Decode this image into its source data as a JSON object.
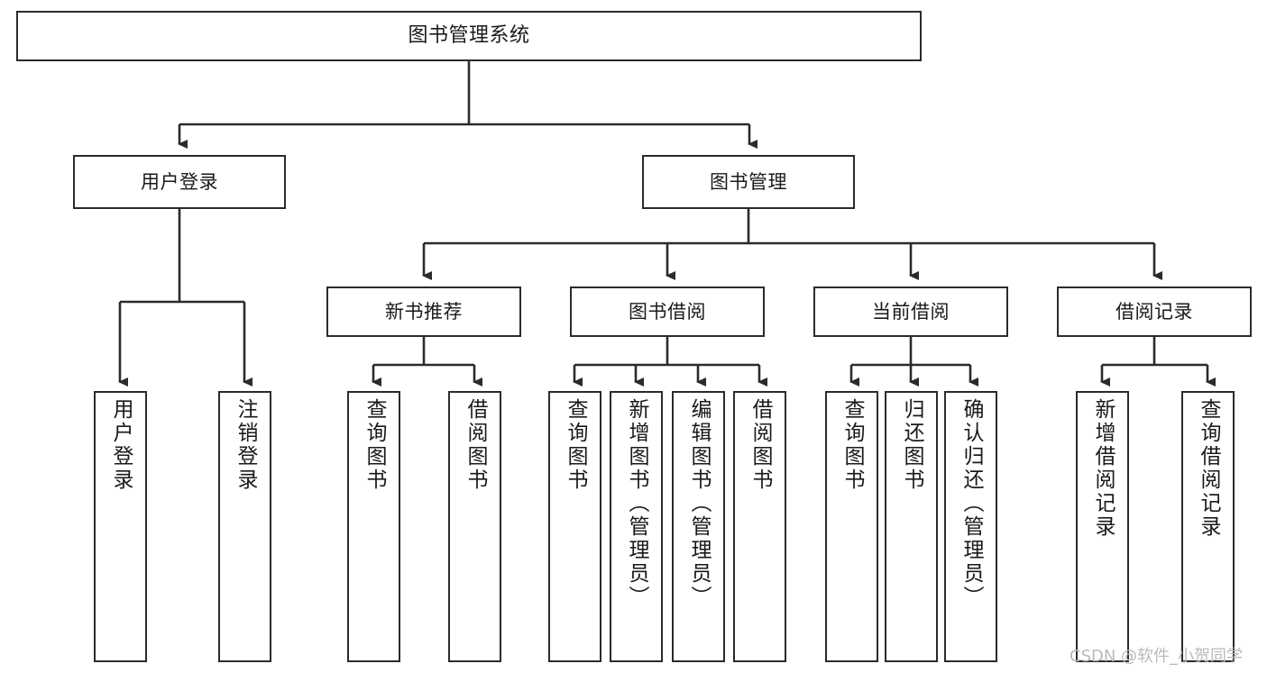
{
  "diagram": {
    "type": "tree",
    "title": "图书管理系统",
    "orientation": "top-down",
    "line_color": "#2b2b2b",
    "box_fill": "#ffffff",
    "text_color": "#1a1a1a"
  },
  "nodes": {
    "root": {
      "label": "图书管理系统"
    },
    "level2": [
      {
        "label": "用户登录"
      },
      {
        "label": "图书管理"
      }
    ],
    "level3": [
      {
        "label": "新书推荐"
      },
      {
        "label": "图书借阅"
      },
      {
        "label": "当前借阅"
      },
      {
        "label": "借阅记录"
      }
    ],
    "leaves": {
      "user_login": [
        {
          "label": "用户登录"
        },
        {
          "label": "注销登录"
        }
      ],
      "new_book": [
        {
          "label": "查询图书"
        },
        {
          "label": "借阅图书"
        }
      ],
      "book_borrow": [
        {
          "label": "查询图书"
        },
        {
          "label": "新增图书（管理员）"
        },
        {
          "label": "编辑图书（管理员）"
        },
        {
          "label": "借阅图书"
        }
      ],
      "current_borrow": [
        {
          "label": "查询图书"
        },
        {
          "label": "归还图书"
        },
        {
          "label": "确认归还（管理员）"
        }
      ],
      "borrow_record": [
        {
          "label": "新增借阅记录"
        },
        {
          "label": "查询借阅记录"
        }
      ]
    }
  },
  "watermark": {
    "text": "CSDN @软件_小贺同学"
  }
}
